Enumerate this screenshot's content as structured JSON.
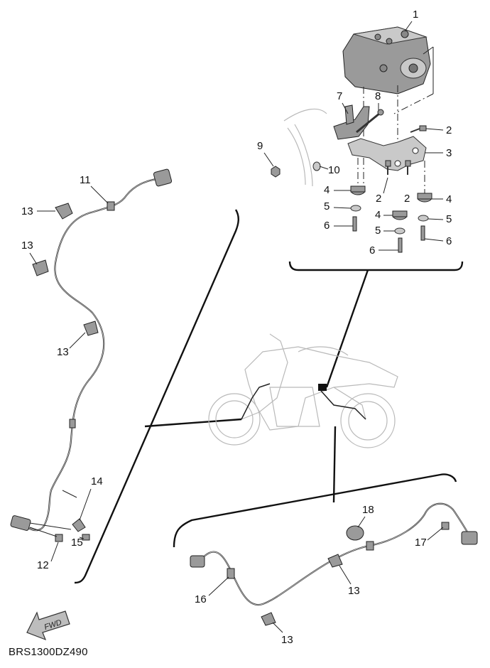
{
  "diagram_code": "BRS1300DZ490",
  "fwd_label": "FWD",
  "callouts": [
    {
      "id": "c1",
      "text": "1"
    },
    {
      "id": "c2a",
      "text": "2"
    },
    {
      "id": "c2b",
      "text": "2"
    },
    {
      "id": "c2c",
      "text": "2"
    },
    {
      "id": "c3",
      "text": "3"
    },
    {
      "id": "c4a",
      "text": "4"
    },
    {
      "id": "c4b",
      "text": "4"
    },
    {
      "id": "c4c",
      "text": "4"
    },
    {
      "id": "c5a",
      "text": "5"
    },
    {
      "id": "c5b",
      "text": "5"
    },
    {
      "id": "c5c",
      "text": "5"
    },
    {
      "id": "c6a",
      "text": "6"
    },
    {
      "id": "c6b",
      "text": "6"
    },
    {
      "id": "c6c",
      "text": "6"
    },
    {
      "id": "c7",
      "text": "7"
    },
    {
      "id": "c8",
      "text": "8"
    },
    {
      "id": "c9",
      "text": "9"
    },
    {
      "id": "c10",
      "text": "10"
    },
    {
      "id": "c11",
      "text": "11"
    },
    {
      "id": "c12",
      "text": "12"
    },
    {
      "id": "c13a",
      "text": "13"
    },
    {
      "id": "c13b",
      "text": "13"
    },
    {
      "id": "c13c",
      "text": "13"
    },
    {
      "id": "c13d",
      "text": "13"
    },
    {
      "id": "c13e",
      "text": "13"
    },
    {
      "id": "c14",
      "text": "14"
    },
    {
      "id": "c15",
      "text": "15"
    },
    {
      "id": "c16",
      "text": "16"
    },
    {
      "id": "c17",
      "text": "17"
    },
    {
      "id": "c18",
      "text": "18"
    }
  ]
}
